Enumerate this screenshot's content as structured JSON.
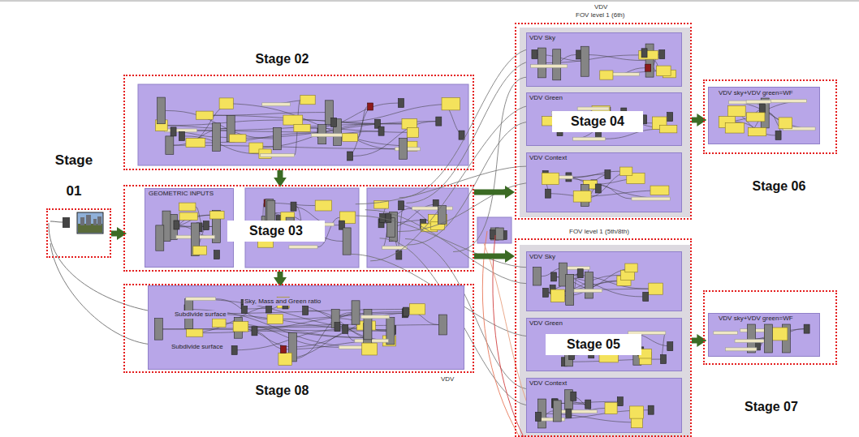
{
  "diagram": {
    "nodes": [
      {
        "text": [
          "Stage 01"
        ]
      },
      {
        "text": [
          "Stage 02"
        ]
      },
      {
        "text": [
          "Stage 03"
        ]
      },
      {
        "text": [
          "GEOMETRIC INPUTS"
        ],
        "in": 2
      },
      {
        "text": [
          "Stage 08"
        ]
      },
      {
        "text": [
          "Subdivide surface",
          "Subdivide surface",
          "Sky, Mass and Green ratio"
        ],
        "in": 4
      },
      {
        "text": [
          "Stage 04"
        ]
      },
      {
        "text": [
          "VDV Sky"
        ],
        "in": 6
      },
      {
        "text": [
          "VDV Green"
        ],
        "in": 6
      },
      {
        "text": [
          "VDV Context"
        ],
        "in": 6
      },
      {
        "text": [
          "Stage 06"
        ]
      },
      {
        "text": [
          "VDV sky+VDV green=WF"
        ],
        "in": 10
      },
      {
        "text": [
          "Stage 05"
        ]
      },
      {
        "text": [
          "VDV Sky"
        ],
        "in": 12
      },
      {
        "text": [
          "VDV Green"
        ],
        "in": 12
      },
      {
        "text": [
          "VDV Context"
        ],
        "in": 12
      },
      {
        "text": [
          "Stage 07"
        ]
      },
      {
        "text": [
          "VDV sky+VDV green=WF"
        ],
        "in": 16
      }
    ],
    "edges": [
      {
        "from": 0,
        "to": 2,
        "arrow": "to"
      },
      {
        "from": 1,
        "to": 2,
        "arrow": "to"
      },
      {
        "from": 2,
        "to": 4,
        "arrow": "to"
      },
      {
        "from": 2,
        "to": 6,
        "arrow": "to"
      },
      {
        "from": 2,
        "to": 12,
        "arrow": "to"
      },
      {
        "from": 6,
        "to": 10,
        "arrow": "to"
      },
      {
        "from": 12,
        "to": 16,
        "arrow": "to"
      }
    ],
    "labels": [
      "VDV",
      "FOV level 1 (6th)",
      "FOV level 1 (5th/8th)",
      "VDV"
    ]
  }
}
